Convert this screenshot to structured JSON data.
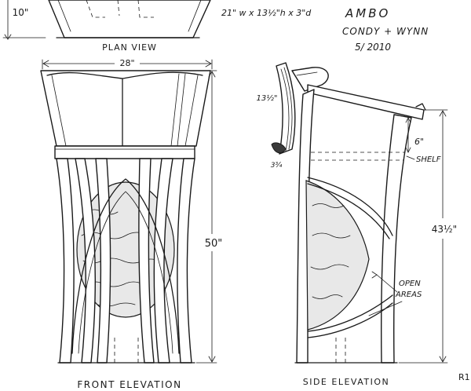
{
  "title_block": {
    "title": "AMBO",
    "makers": "CONDY + WYNN",
    "date": "5/ 2010",
    "overall_size": "21\" w x 13½\"h x 3\"d"
  },
  "plan_view": {
    "label": "PLAN VIEW",
    "width_dim": "28\"",
    "depth_dim": "10\""
  },
  "front_elevation": {
    "label": "FRONT ELEVATION",
    "height_dim": "50\""
  },
  "side_elevation": {
    "label": "SIDE ELEVATION",
    "height_dim": "43½\"",
    "shelf_drop_dim": "6\"",
    "shelf_label": "SHELF",
    "open_areas_label": "OPEN AREAS",
    "book_rest_height": "13½\"",
    "book_rest_depth": "3¾"
  },
  "sheet_ref": "R1"
}
